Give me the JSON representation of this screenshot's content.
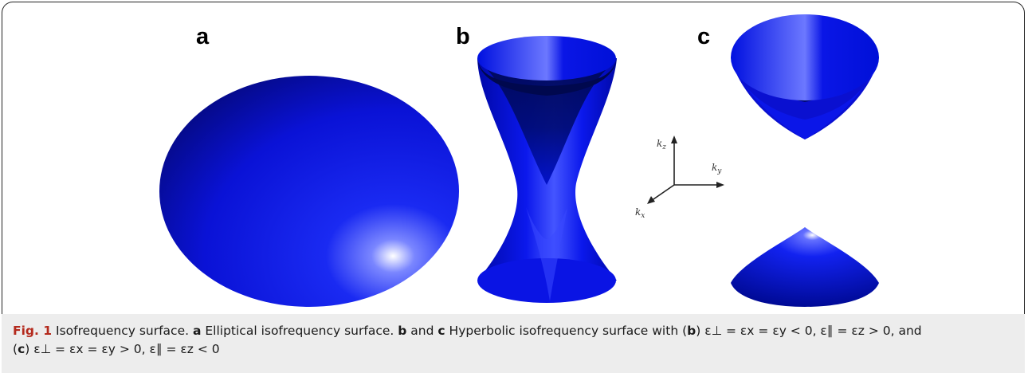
{
  "panels": {
    "a": "a",
    "b": "b",
    "c": "c"
  },
  "axes": {
    "kz": "k",
    "kz_sub": "z",
    "ky": "k",
    "ky_sub": "y",
    "kx": "k",
    "kx_sub": "x"
  },
  "caption": {
    "fig_number": "Fig. 1",
    "title": "Isofrequency surface.",
    "label_a": "a",
    "text_a": "Elliptical isofrequency surface.",
    "label_b": "b",
    "and1": "and",
    "label_c": "c",
    "text_bc": "Hyperbolic isofrequency surface with (",
    "label_b2": "b",
    "cond_b": ") ε⊥ = εx = εy < 0,  ε∥ = εz > 0, and",
    "open_c": "(",
    "label_c2": "c",
    "cond_c": ") ε⊥ = εx = εy > 0,  ε∥ = εz < 0"
  },
  "colors": {
    "surface": "#0a10e6",
    "surface_dark": "#000c6e",
    "caption_bg": "#ededed",
    "fig_red": "#b42a1d"
  }
}
